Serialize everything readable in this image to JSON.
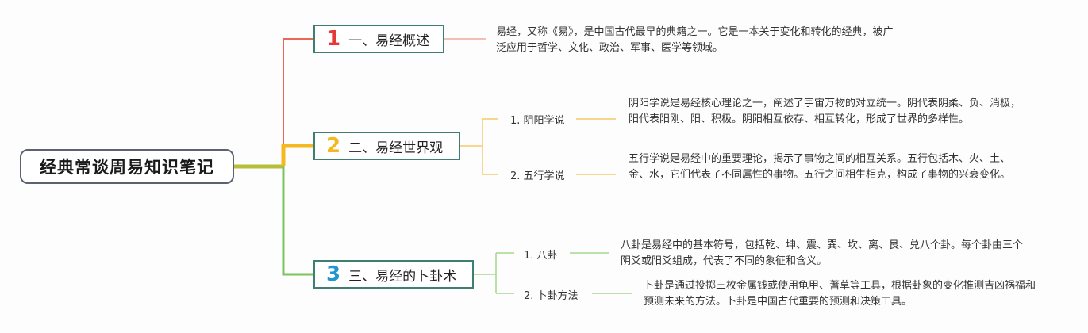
{
  "root": {
    "title": "经典常谈周易知识笔记"
  },
  "branches": [
    {
      "number": "1",
      "label": "一、易经概述",
      "color": "#e53935",
      "note": "易经，又称《易》，是中国古代最早的典籍之一。它是一本关于变化和转化的经典，被广泛应用于哲学、文化、政治、军事、医学等领域。"
    },
    {
      "number": "2",
      "label": "二、易经世界观",
      "color": "#f5b820",
      "children": [
        {
          "label": "1. 阴阳学说",
          "note": "阴阳学说是易经核心理论之一，阐述了宇宙万物的对立统一。阴代表阴柔、负、消极，阳代表阳刚、阳、积极。阴阳相互依存、相互转化，形成了世界的多样性。"
        },
        {
          "label": "2. 五行学说",
          "note": "五行学说是易经中的重要理论，揭示了事物之间的相互关系。五行包括木、火、土、金、水，它们代表了不同属性的事物。五行之间相生相克，构成了事物的兴衰变化。"
        }
      ]
    },
    {
      "number": "3",
      "label": "三、易经的卜卦术",
      "color": "#2196d3",
      "children": [
        {
          "label": "1. 八卦",
          "note": "八卦是易经中的基本符号，包括乾、坤、震、巽、坎、离、艮、兑八个卦。每个卦由三个阴爻或阳爻组成，代表了不同的象征和含义。"
        },
        {
          "label": "2. 卜卦方法",
          "note": "卜卦是通过投掷三枚金属钱或使用龟甲、蓍草等工具，根据卦象的变化推测吉凶祸福和预测未来的方法。卜卦是中国古代重要的预测和决策工具。"
        }
      ]
    }
  ]
}
